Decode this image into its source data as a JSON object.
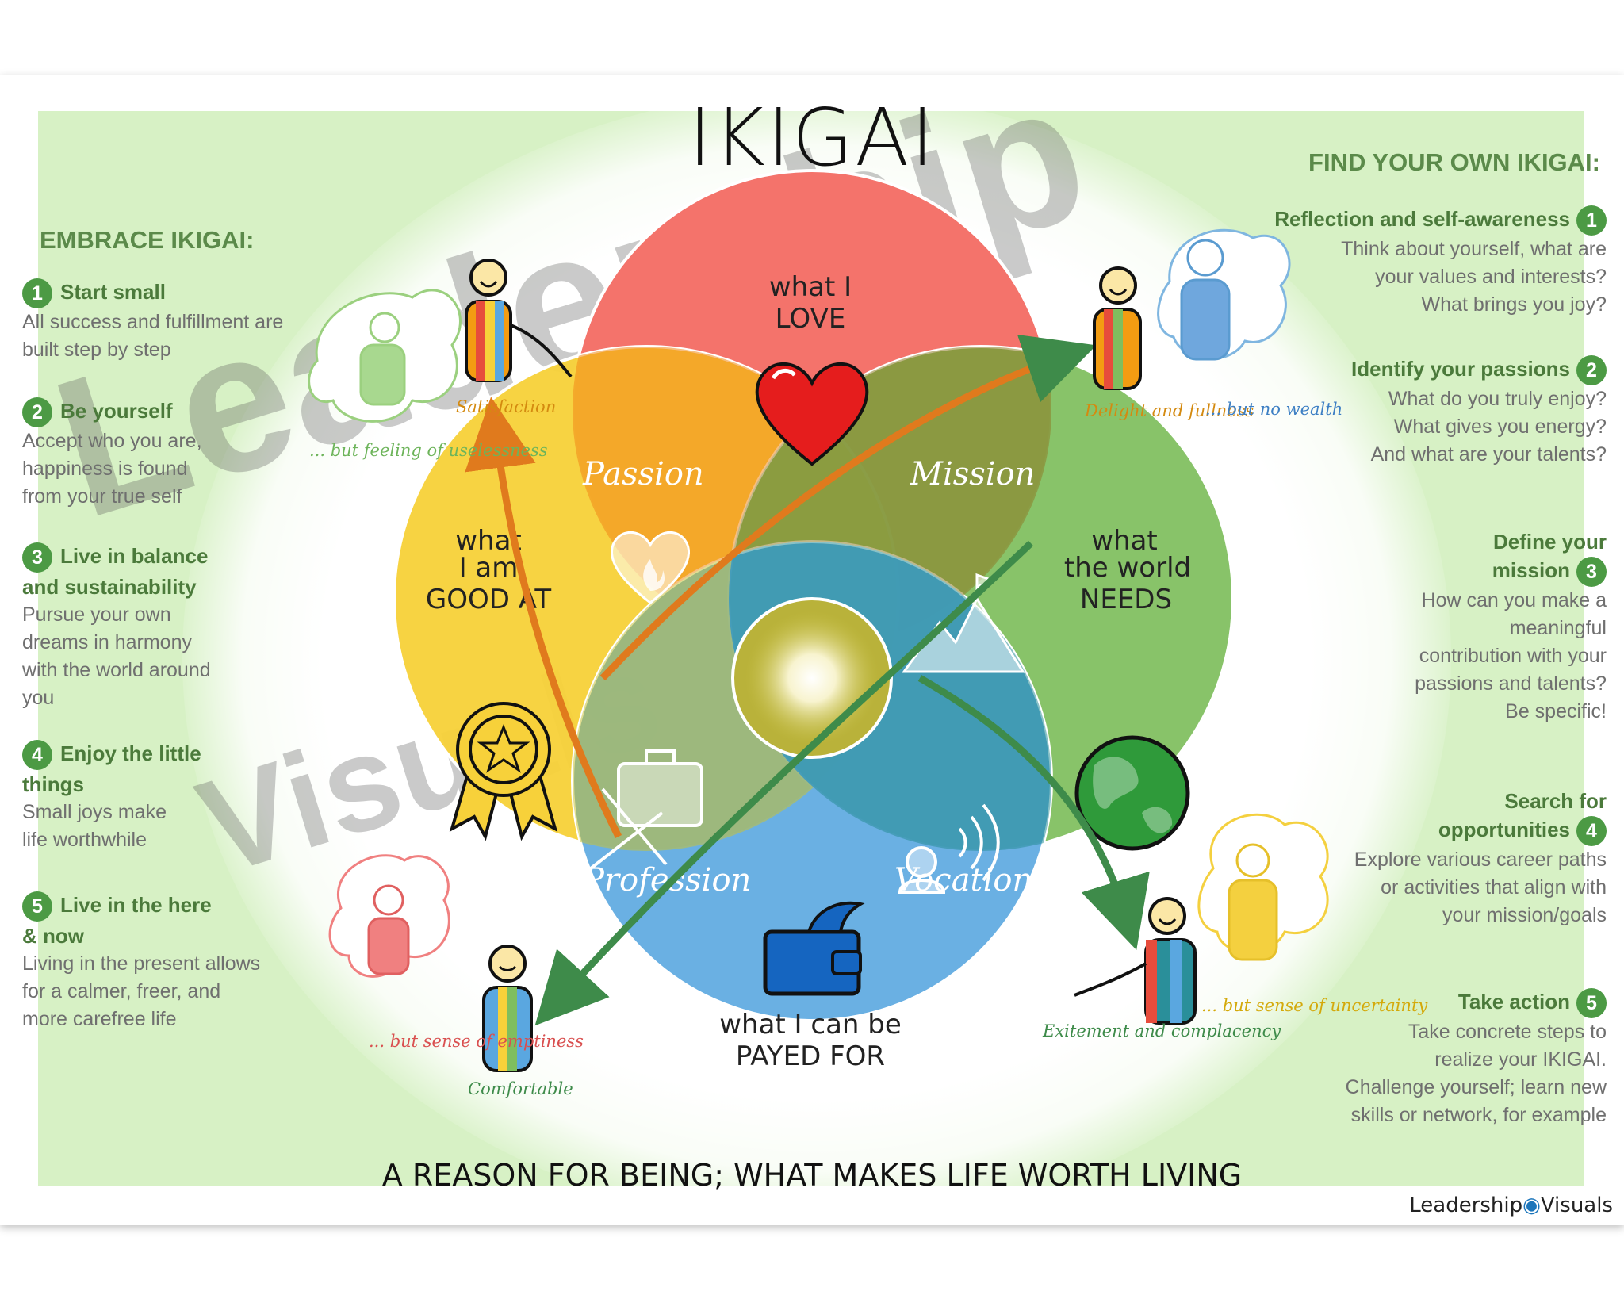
{
  "header": {
    "title": "IKIGAI",
    "subtitle": "生き甲斐"
  },
  "tagline": "A REASON FOR BEING; WHAT MAKES LIFE WORTH LIVING",
  "logo": {
    "left": "Leadership",
    "right": "Visuals"
  },
  "watermark": {
    "line1": "Leadership",
    "line2": "Visuals"
  },
  "circles": {
    "love": {
      "line1": "what I",
      "line2": "LOVE",
      "color": "#f4736b"
    },
    "good_at": {
      "line1": "what",
      "line2": "I am",
      "line3": "GOOD AT",
      "color": "#f7d13a"
    },
    "needs": {
      "line1": "what",
      "line2": "the world",
      "line3": "NEEDS",
      "color": "#7fbe5e"
    },
    "paid": {
      "line1": "what I can be",
      "line2": "PAYED FOR",
      "color": "#5aa7e0"
    }
  },
  "overlaps": {
    "passion": "Passion",
    "mission": "Mission",
    "profession": "Profession",
    "vocation": "Vocation"
  },
  "characters": {
    "satisfaction": {
      "label": "Satisfaction",
      "but": "... but feeling of uselessness"
    },
    "delight": {
      "label": "Delight and fullness",
      "but": "... but no wealth"
    },
    "comfortable": {
      "label": "Comfortable",
      "but": "... but sense of emptiness"
    },
    "excitement": {
      "label": "Exitement and complacency",
      "but": "... but sense of uncertainty"
    }
  },
  "left_panel": {
    "title": "EMBRACE IKIGAI:",
    "steps": [
      {
        "num": "1",
        "title": "Start small",
        "desc": "All success and fulfillment are built step by step"
      },
      {
        "num": "2",
        "title": "Be yourself",
        "desc": "Accept who you are, happiness is found from your true self"
      },
      {
        "num": "3",
        "title": "Live in balance and sustainability",
        "desc": "Pursue your own dreams in harmony with the world around you"
      },
      {
        "num": "4",
        "title": "Enjoy the little things",
        "desc": "Small joys make life worthwhile"
      },
      {
        "num": "5",
        "title": "Live in the here & now",
        "desc": "Living in the present allows for a calmer, freer, and more carefree life"
      }
    ]
  },
  "right_panel": {
    "title": "FIND YOUR OWN IKIGAI:",
    "steps": [
      {
        "num": "1",
        "title": "Reflection and self-awareness",
        "desc": "Think about yourself, what are your values and interests? What brings you joy?"
      },
      {
        "num": "2",
        "title": "Identify your passions",
        "desc": "What do you truly enjoy? What gives you energy? And what are your talents?"
      },
      {
        "num": "3",
        "title": "Define your mission",
        "desc": "How can you make a meaningful contribution with your passions and talents? Be specific!"
      },
      {
        "num": "4",
        "title": "Search for opportunities",
        "desc": "Explore various career paths or activities that align with your mission/goals"
      },
      {
        "num": "5",
        "title": "Take action",
        "desc": "Take concrete steps to realize your IKIGAI. Challenge yourself; learn new skills or network, for example"
      }
    ]
  }
}
